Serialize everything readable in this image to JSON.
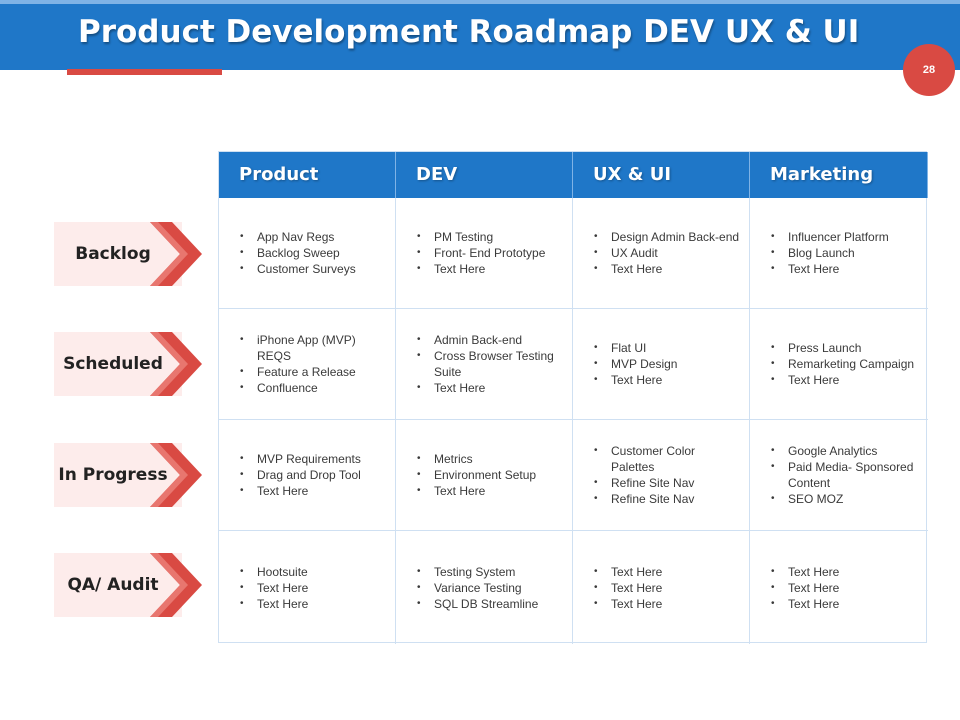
{
  "header": {
    "title": "Product Development Roadmap DEV UX & UI",
    "page_number": "28"
  },
  "columns": [
    "Product",
    "DEV",
    "UX & UI",
    "Marketing"
  ],
  "rows": [
    {
      "stage": "Backlog",
      "cells": [
        [
          "App Nav Regs",
          "Backlog Sweep",
          "Customer Surveys"
        ],
        [
          "PM Testing",
          "Front- End Prototype",
          "Text Here"
        ],
        [
          "Design Admin Back-end",
          "UX Audit",
          "Text Here"
        ],
        [
          "Influencer Platform",
          "Blog Launch",
          "Text Here"
        ]
      ]
    },
    {
      "stage": "Scheduled",
      "cells": [
        [
          "iPhone App (MVP) REQS",
          "Feature a Release",
          "Confluence"
        ],
        [
          "Admin Back-end",
          "Cross Browser Testing Suite",
          "Text Here"
        ],
        [
          "Flat UI",
          "MVP Design",
          "Text Here"
        ],
        [
          "Press Launch",
          "Remarketing Campaign",
          "Text Here"
        ]
      ]
    },
    {
      "stage": "In Progress",
      "cells": [
        [
          "MVP Requirements",
          "Drag and Drop Tool",
          "Text Here"
        ],
        [
          "Metrics",
          "Environment Setup",
          "Text Here"
        ],
        [
          "Customer Color Palettes",
          "Refine Site Nav",
          "Refine Site Nav"
        ],
        [
          "Google Analytics",
          "Paid Media- Sponsored Content",
          "SEO MOZ"
        ]
      ]
    },
    {
      "stage": "QA/ Audit",
      "cells": [
        [
          "Hootsuite",
          "Text Here",
          "Text Here"
        ],
        [
          "Testing System",
          "Variance Testing",
          "SQL DB Streamline"
        ],
        [
          "Text Here",
          "Text Here",
          "Text Here"
        ],
        [
          "Text Here",
          "Text Here",
          "Text Here"
        ]
      ]
    }
  ],
  "colors": {
    "header_blue": "#1f77c8",
    "accent_red": "#d94a43",
    "stage_fill": "#fdeceb"
  }
}
